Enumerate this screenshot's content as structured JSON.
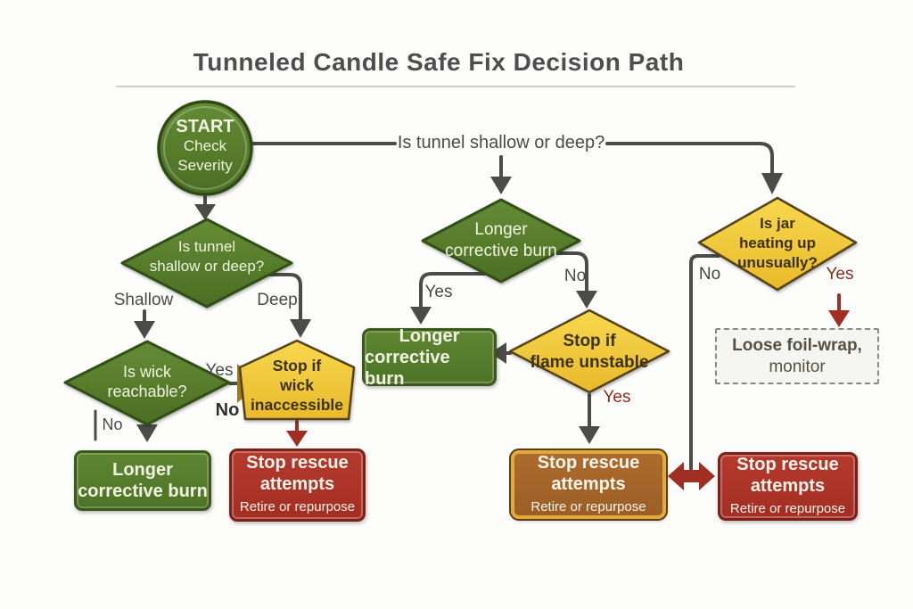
{
  "title": "Tunneled Candle Safe Fix Decision Path",
  "colors": {
    "green_fill": "#577c2c",
    "green_border": "#324f18",
    "yellow_fill": "#f0c637",
    "yellow_border": "#53431a",
    "red_fill": "#ab3428",
    "orange_fill": "#a2632b",
    "gold_border": "#e0ab3a",
    "arrow_dark": "#4b4b48",
    "arrow_red": "#a12d23",
    "olive_arrow": "#9c7d20"
  },
  "nodes": {
    "start": {
      "line1": "START",
      "line2": "Check",
      "line3": "Severity"
    },
    "q_tunnel": {
      "line1": "Is tunnel",
      "line2": "shallow or deep?"
    },
    "q_wick": {
      "line1": "Is wick",
      "line2": "reachable?"
    },
    "d_corrective": {
      "line1": "Longer",
      "line2": "corrective burn"
    },
    "d_flame": {
      "line1": "Stop if",
      "line2": "flame unstable"
    },
    "q_jar": {
      "line1": "Is jar",
      "line2": "heating up",
      "line3": "unusually?"
    },
    "pent_wick": {
      "line1": "Stop if",
      "line2": "wick",
      "line3": "inaccessible"
    },
    "box_burn_left": {
      "line1": "Longer",
      "line2": "corrective burn"
    },
    "box_burn_mid": {
      "line1": "Longer",
      "line2": "corrective burn"
    },
    "box_stop_left": {
      "line1": "Stop rescue",
      "line2": "attempts",
      "line3": "Retire or repurpose"
    },
    "box_stop_mid": {
      "line1": "Stop rescue",
      "line2": "attempts",
      "line3": "Retire or repurpose"
    },
    "box_stop_right": {
      "line1": "Stop rescue",
      "line2": "attempts",
      "line3": "Retire or repurpose"
    },
    "box_foil": {
      "line1": "Loose foil-wrap,",
      "line2": "monitor"
    }
  },
  "edge_labels": {
    "top_question": "Is tunnel shallow or deep?",
    "shallow": "Shallow",
    "deep": "Deep",
    "wick_yes": "Yes",
    "wick_no_bold": "No",
    "wick_no_small": "No",
    "mid_yes": "Yes",
    "mid_no": "No",
    "flame_yes": "Yes",
    "jar_no": "No",
    "jar_yes": "Yes"
  }
}
